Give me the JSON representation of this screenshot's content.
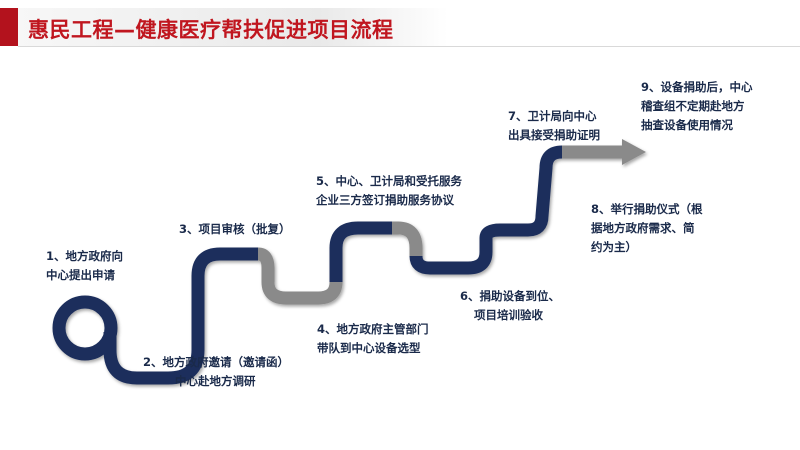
{
  "title": "惠民工程—健康医疗帮扶促进项目流程",
  "colors": {
    "accent": "#b3121d",
    "title": "#c0161f",
    "navy": "#1d2f5c",
    "gray": "#8a8a8a",
    "text": "#1a2a4a"
  },
  "steps": [
    {
      "line1": "1、地方政府向",
      "line2": "中心提出申请"
    },
    {
      "line1": "2、地方政府邀请（邀请函）",
      "line2": "中心赴地方调研"
    },
    {
      "line1": "3、项目审核（批复）",
      "line2": ""
    },
    {
      "line1": "4、地方政府主管部门",
      "line2": "带队到中心设备选型"
    },
    {
      "line1": "5、中心、卫计局和受托服务",
      "line2": "企业三方签订捐助服务协议"
    },
    {
      "line1": "6、捐助设备到位、",
      "line2": "项目培训验收"
    },
    {
      "line1": "7、卫计局向中心",
      "line2": "出具接受捐助证明"
    },
    {
      "line1": "8、举行捐助仪式（根",
      "line2": "据地方政府需求、简",
      "line3": "约为主）"
    },
    {
      "line1": "9、设备捐助后，中心",
      "line2": "稽查组不定期赴地方",
      "line3": "抽查设备使用情况"
    }
  ]
}
